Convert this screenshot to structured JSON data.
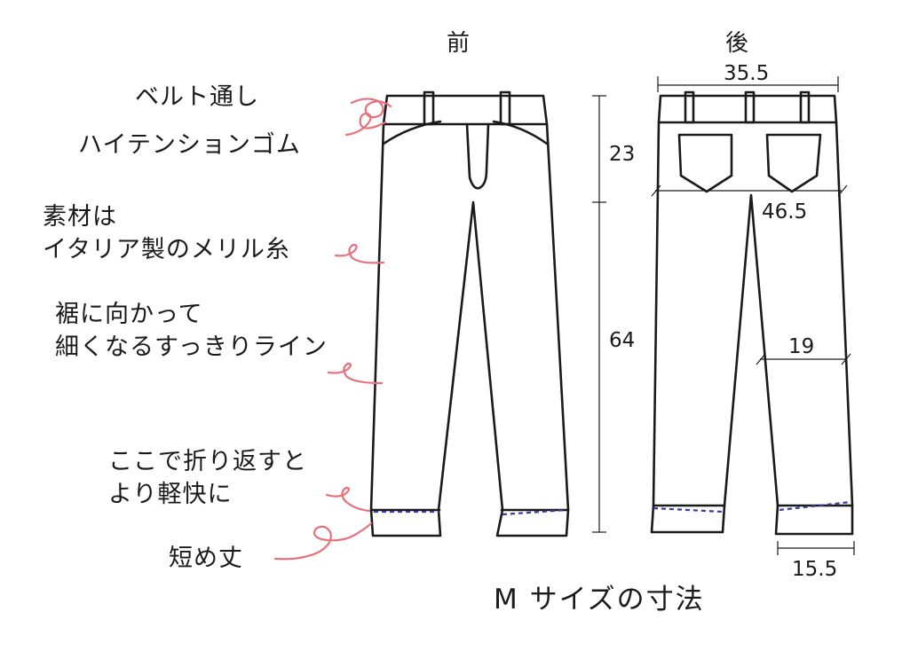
{
  "views": {
    "front": "前",
    "back": "後"
  },
  "dimensions": {
    "waist_width": "35.5",
    "rise": "23",
    "hip_width": "46.5",
    "inseam": "64",
    "thigh_width": "19",
    "hem_width": "15.5"
  },
  "annotations": {
    "belt_loop": "ベルト通し",
    "elastic": "ハイテンションゴム",
    "material_line1": "素材は",
    "material_line2": "イタリア製のメリル糸",
    "taper_line1": "裾に向かって",
    "taper_line2": "細くなるすっきりライン",
    "fold_line1": "ここで折り返すと",
    "fold_line2": "より軽快に",
    "short_length": "短め丈"
  },
  "caption": "M サイズの寸法",
  "colors": {
    "pointer": "#e8707a",
    "fold_line": "#3a3aa0",
    "ink": "#1a1a1a"
  }
}
